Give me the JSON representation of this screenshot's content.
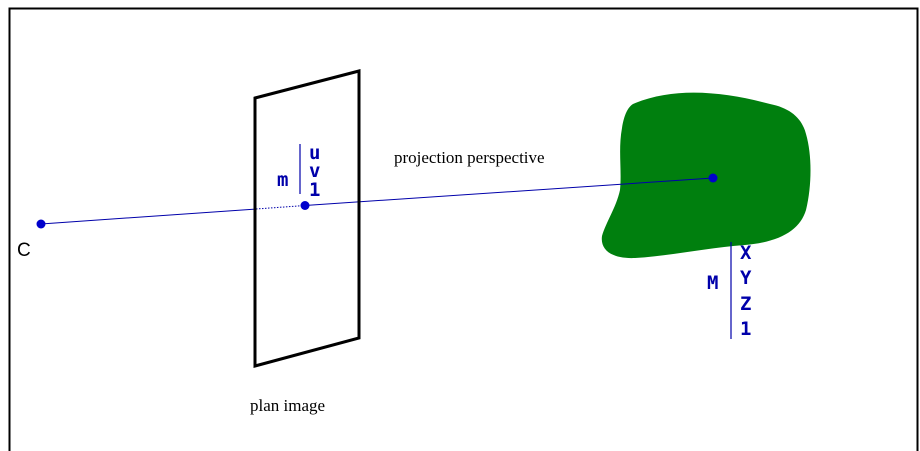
{
  "labels": {
    "camera_center": "C",
    "image_plane": "plan image",
    "projection": "projection perspective"
  },
  "image_point": {
    "name": "m",
    "coords": [
      "u",
      "v",
      "1"
    ]
  },
  "world_point": {
    "name": "M",
    "coords": [
      "X",
      "Y",
      "Z",
      "1"
    ]
  },
  "colors": {
    "ray": "#0000aa",
    "point": "#0000cc",
    "text_blue": "#0000aa",
    "object_fill": "#007f0e",
    "frame": "#000000",
    "plane": "#000000"
  }
}
